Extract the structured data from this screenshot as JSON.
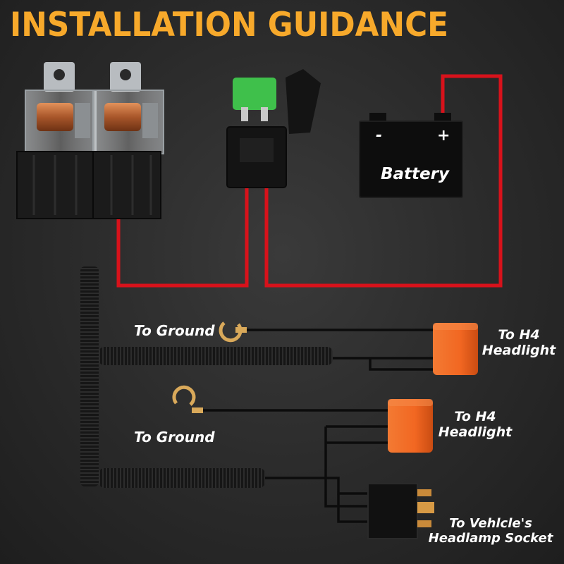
{
  "title": "INSTALLATION GUIDANCE",
  "labels": {
    "battery": "Battery",
    "battery_minus": "-",
    "battery_plus": "+",
    "to_ground_1": "To Ground",
    "to_ground_2": "To Ground",
    "headlight_1_line1": "To H4",
    "headlight_1_line2": "Headlight",
    "headlight_2_line1": "To H4",
    "headlight_2_line2": "Headlight",
    "socket_line1": "To Vehlcle's",
    "socket_line2": "Headlamp Socket"
  },
  "colors": {
    "title": "#f7a92b",
    "wire_red": "#d8121b",
    "wire_black": "#0c0c0c",
    "connector_orange": "#f26722",
    "ring_terminal": "#d9a95a",
    "fuse_green": "#3fc04b"
  }
}
